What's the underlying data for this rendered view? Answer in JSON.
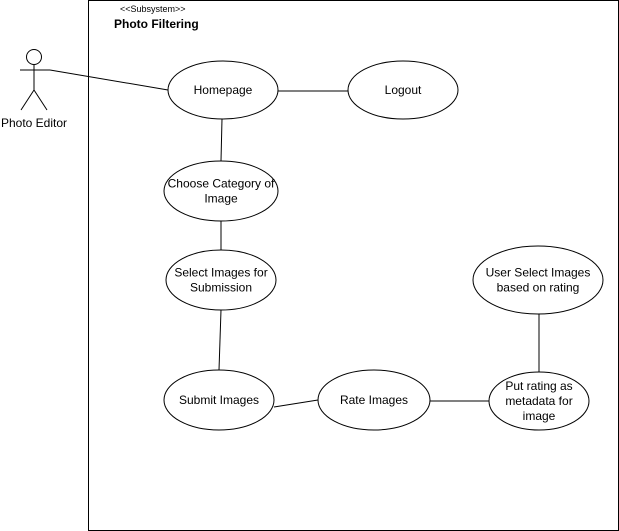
{
  "subsystem": {
    "stereotype": "<<Subsystem>>",
    "title": "Photo Filtering"
  },
  "actor": {
    "label": "Photo Editor"
  },
  "use_cases": {
    "homepage": [
      "Homepage"
    ],
    "logout": [
      "Logout"
    ],
    "choose_category": [
      "Choose Category of",
      "Image"
    ],
    "select_images": [
      "Select Images for",
      "Submission"
    ],
    "submit_images": [
      "Submit Images"
    ],
    "rate_images": [
      "Rate Images"
    ],
    "put_rating": [
      "Put rating as",
      "metadata for",
      "image"
    ],
    "user_select": [
      "User Select Images",
      "based on rating"
    ]
  }
}
